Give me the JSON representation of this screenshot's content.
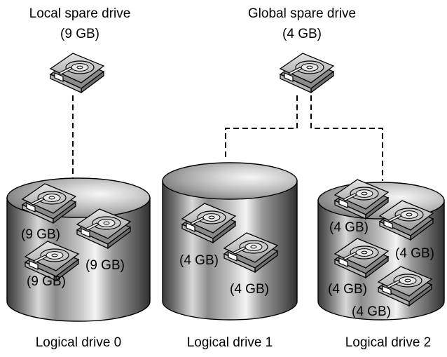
{
  "local_spare": {
    "title": "Local spare drive",
    "size": "(9 GB)"
  },
  "global_spare": {
    "title": "Global spare drive",
    "size": "(4 GB)"
  },
  "logical_drives": [
    {
      "label": "Logical drive 0",
      "disks": [
        "(9 GB)",
        "(9 GB)",
        "(9 GB)"
      ]
    },
    {
      "label": "Logical drive 1",
      "disks": [
        "(4 GB)",
        "(4 GB)"
      ]
    },
    {
      "label": "Logical drive 2",
      "disks": [
        "(4 GB)",
        "(4 GB)",
        "(4 GB)",
        "(4 GB)"
      ]
    }
  ],
  "icons": {
    "spare_drive": "hard-disk-icon",
    "member_drive": "hard-disk-icon",
    "volume": "cylinder-volume-icon"
  }
}
